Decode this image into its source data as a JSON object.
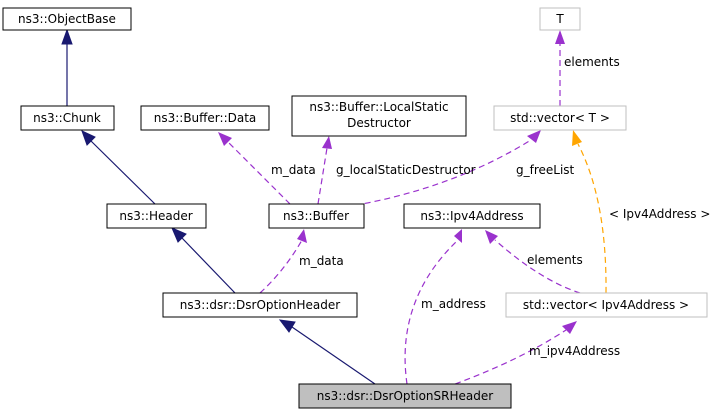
{
  "colors": {
    "inheritance": "#191970",
    "usage": "#9a32cd",
    "template": "#ffa500",
    "box_border": "#000000",
    "template_box_border": "#bfbfbf",
    "focus_fill": "#bfbfbf"
  },
  "nodes": {
    "object_base": "ns3::ObjectBase",
    "chunk": "ns3::Chunk",
    "header": "ns3::Header",
    "dsr_option_header": "ns3::dsr::DsrOptionHeader",
    "dsr_option_sr_header": "ns3::dsr::DsrOptionSRHeader",
    "buffer_data": "ns3::Buffer::Data",
    "buffer_local_static_destructor": [
      "ns3::Buffer::LocalStatic",
      "Destructor"
    ],
    "buffer": "ns3::Buffer",
    "ipv4_address": "ns3::Ipv4Address",
    "t": "T",
    "vector_t": "std::vector< T >",
    "vector_ipv4": "std::vector< Ipv4Address >"
  },
  "edge_labels": {
    "elements_t": "elements",
    "m_data_buffer": "m_data",
    "g_local_static_destructor": "g_localStaticDestructor",
    "g_free_list": "g_freeList",
    "m_data_header": "m_data",
    "m_address": "m_address",
    "elements_ipv4": "elements",
    "template_arg": "< Ipv4Address >",
    "m_ipv4_address": "m_ipv4Address"
  }
}
